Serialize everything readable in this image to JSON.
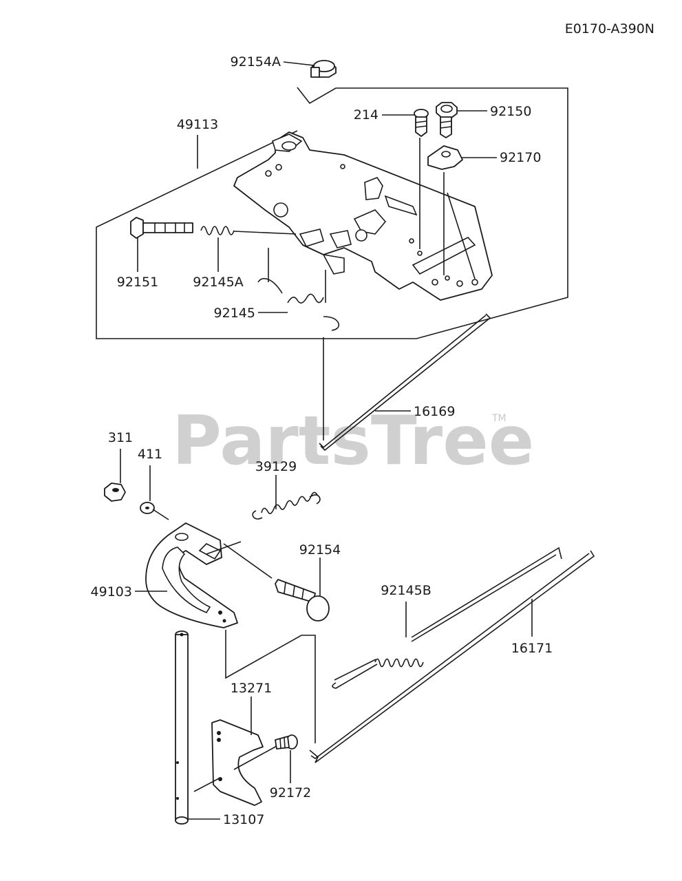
{
  "diagram_code": "E0170-A390N",
  "watermark": {
    "text": "PartsTree",
    "trademark": "TM"
  },
  "labels": {
    "p92154A": "92154A",
    "p49113": "49113",
    "p214": "214",
    "p92150": "92150",
    "p92170": "92170",
    "p92151": "92151",
    "p92145A": "92145A",
    "p92145": "92145",
    "p16169": "16169",
    "p311": "311",
    "p411": "411",
    "p39129": "39129",
    "p92154": "92154",
    "p49103": "49103",
    "p92145B": "92145B",
    "p16171": "16171",
    "p13271": "13271",
    "p92172": "92172",
    "p13107": "13107"
  }
}
